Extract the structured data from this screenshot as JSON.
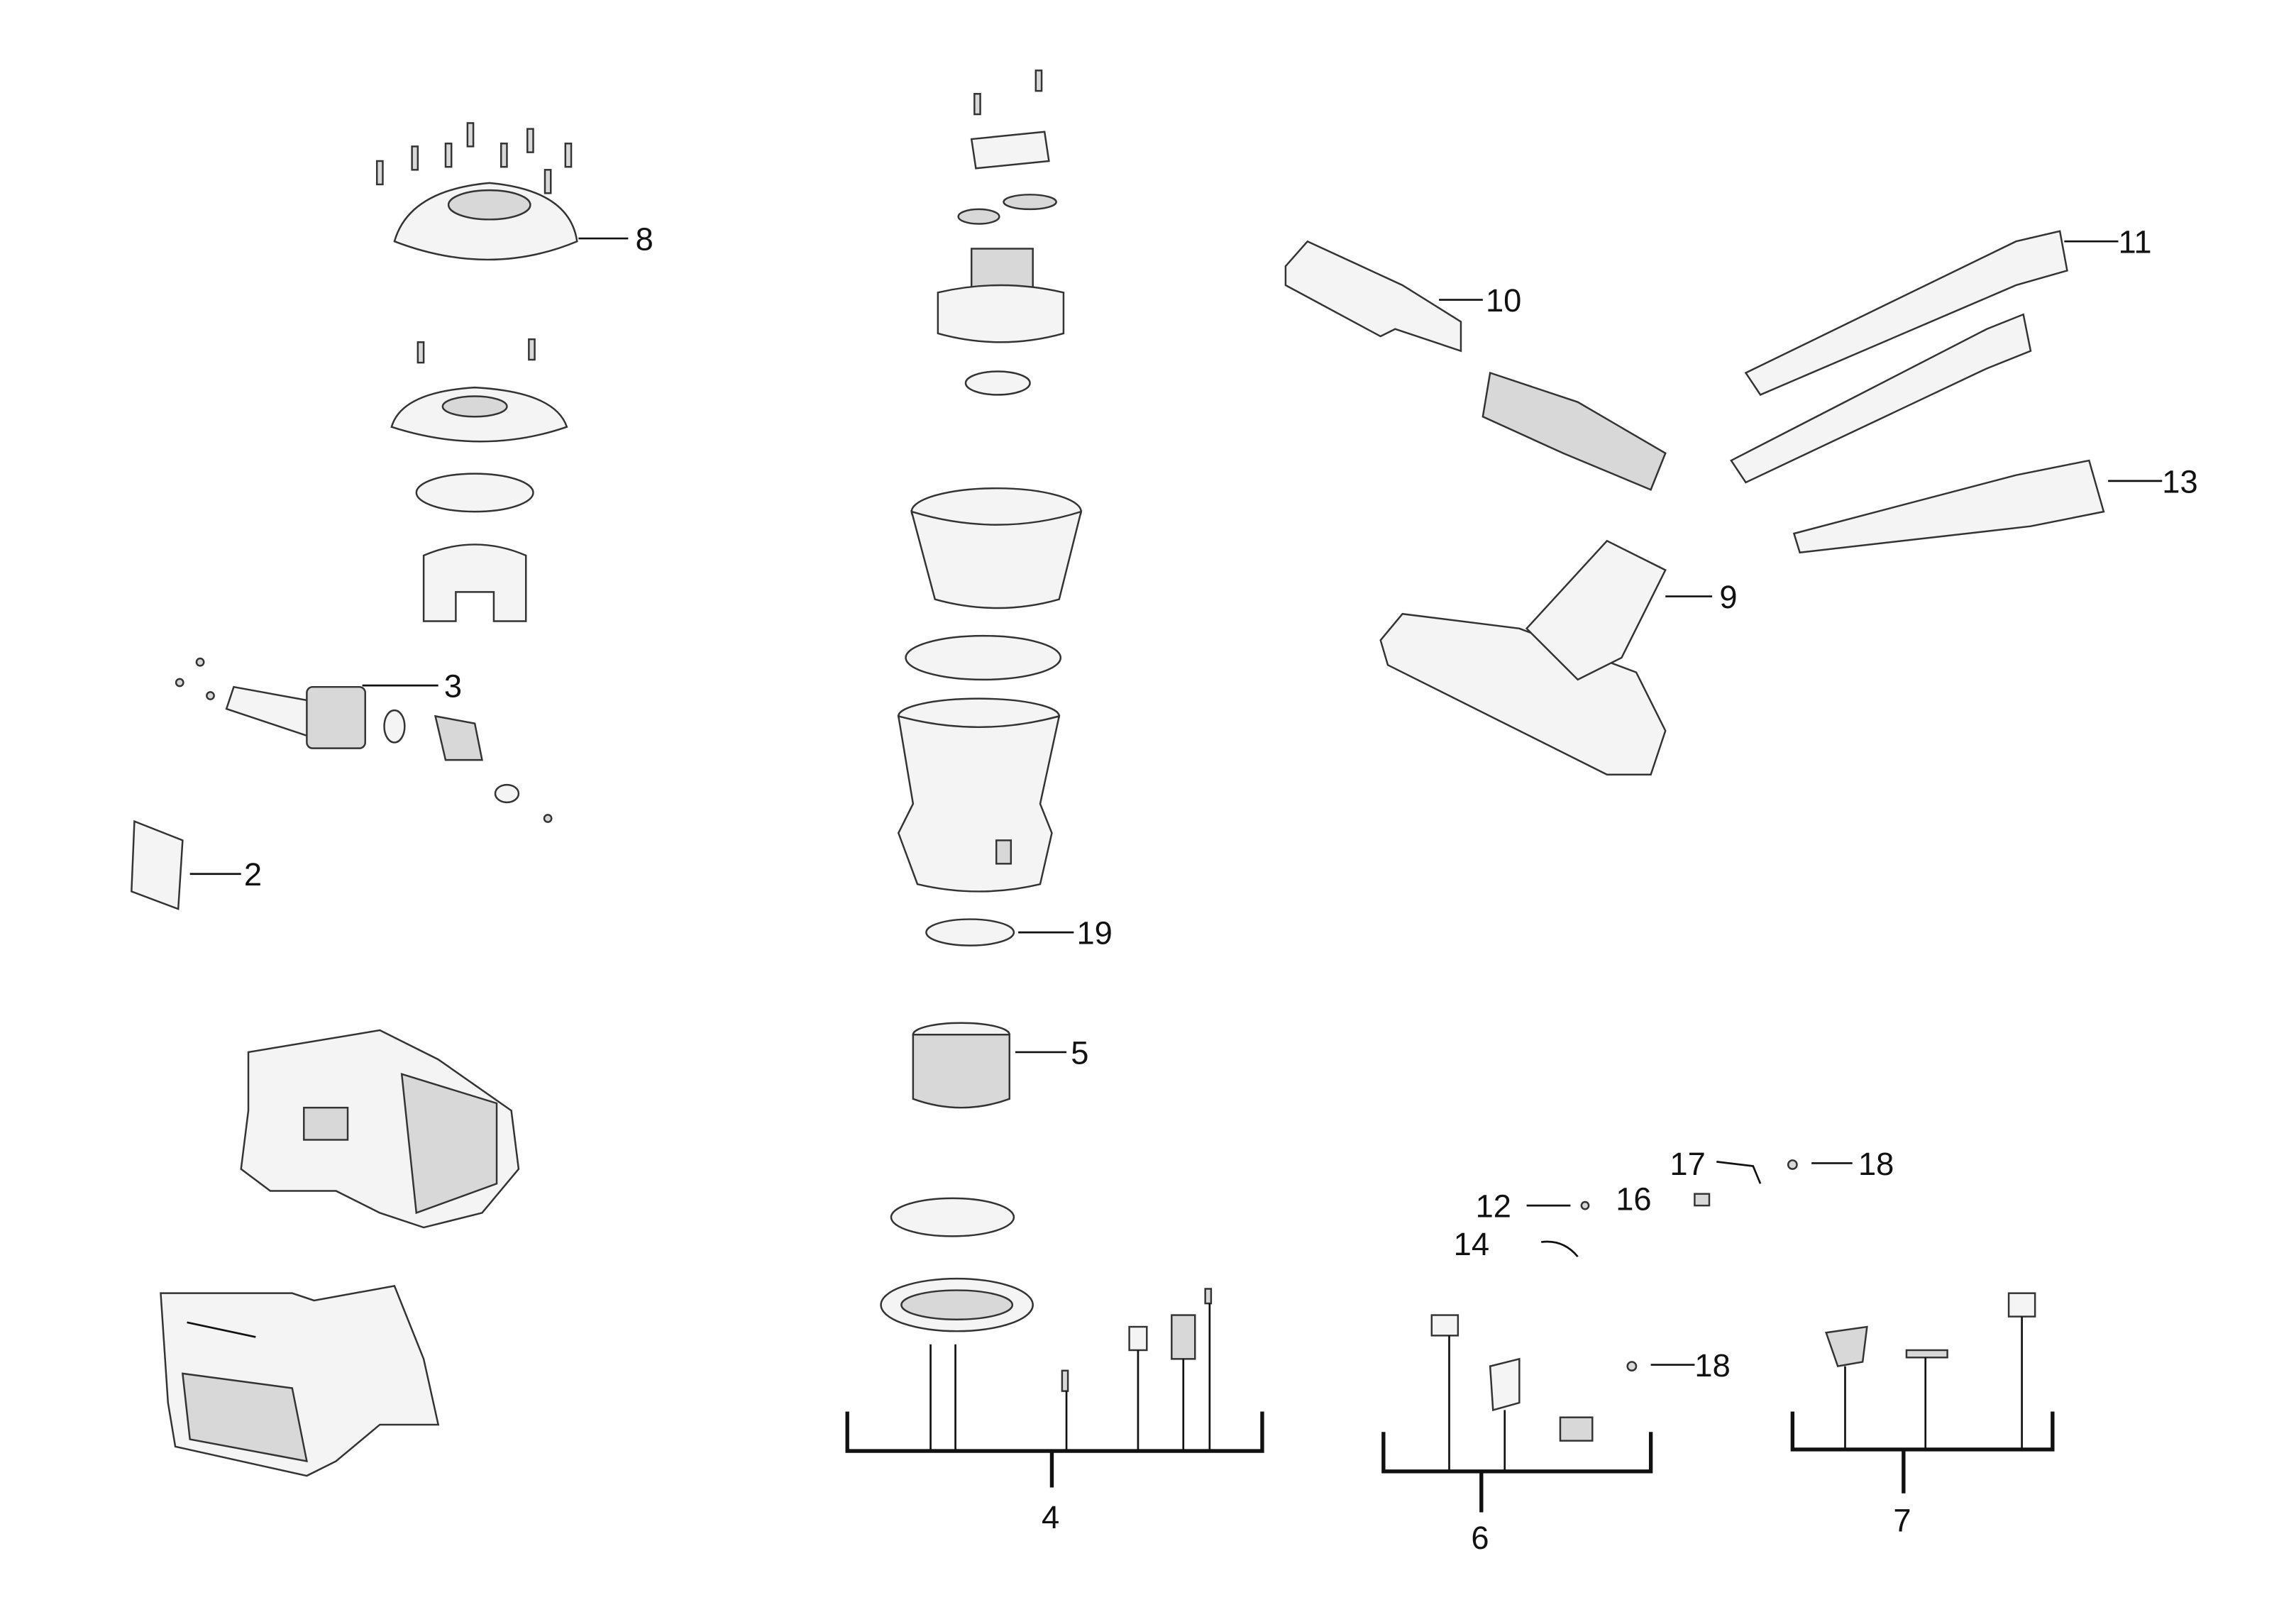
{
  "diagram": {
    "title": "",
    "callouts": {
      "c2": "2",
      "c3": "3",
      "c4": "4",
      "c5": "5",
      "c6": "6",
      "c7": "7",
      "c8": "8",
      "c9": "9",
      "c10": "10",
      "c11": "11",
      "c12": "12",
      "c13": "13",
      "c14": "14",
      "c16": "16",
      "c17": "17",
      "c18a": "18",
      "c18b": "18",
      "c19": "19"
    },
    "colors": {
      "line": "#111111",
      "part_fill": "#f4f4f4",
      "part_shade": "#d8d8d8"
    }
  }
}
